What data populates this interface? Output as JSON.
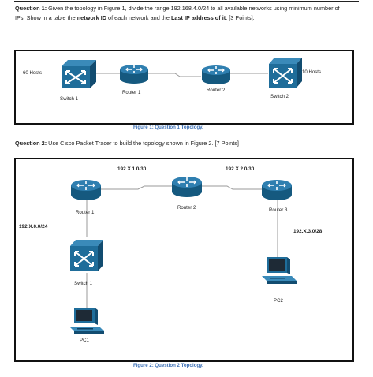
{
  "q1": {
    "label": "Question 1:",
    "text_a": " Given the topology in Figure 1, divide the range 192.168.4.0/24 to all available networks using minimum number of IPs. Show in a table the ",
    "bold_network_id": "network ID",
    "text_b": " ",
    "underline_each_network": "of each network",
    "text_c": " and the ",
    "bold_last_ip": "Last IP address of it",
    "text_d": ". [3 Points]."
  },
  "figure1": {
    "hosts_left": "60 Hosts",
    "hosts_right": "10 Hosts",
    "switch1": "Switch 1",
    "router1": "Router 1",
    "router2": "Router 2",
    "switch2": "Switch 2",
    "caption": "Figure 1: Question 1 Topology."
  },
  "q2": {
    "label": "Question 2:",
    "text": " Use Cisco Packet Tracer to build the topology shown in Figure 2. [7 Points]"
  },
  "figure2": {
    "net_r1_r2": "192.X.1.0/30",
    "net_r2_r3": "192.X.2.0/30",
    "net_r1_lan": "192.X.0.0/24",
    "net_r3_lan": "192.X.3.0/28",
    "router1": "Router 1",
    "router2": "Router 2",
    "router3": "Router 3",
    "switch1": "Switch 1",
    "pc1": "PC1",
    "pc2": "PC2",
    "caption": "Figure 2: Question 2 Topology."
  },
  "colors": {
    "device_blue": "#1f6d9a",
    "caption_blue": "#3b6fb5"
  }
}
